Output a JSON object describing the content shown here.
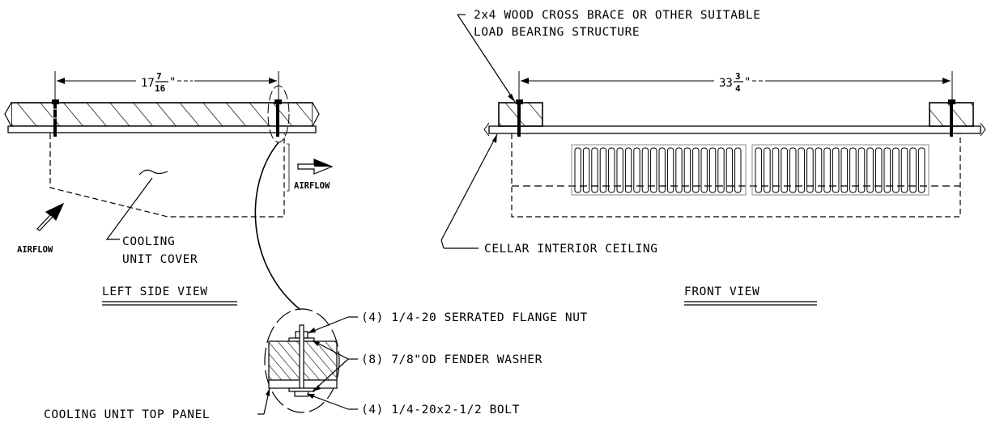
{
  "views": {
    "left_title": "LEFT SIDE VIEW",
    "front_title": "FRONT VIEW"
  },
  "dimensions": {
    "left_whole": "17",
    "left_num": "7",
    "left_den": "16",
    "front_whole": "33",
    "front_num": "3",
    "front_den": "4",
    "inch_mark": "\""
  },
  "callouts": {
    "brace_line1": "2x4 WOOD CROSS BRACE OR OTHER SUITABLE",
    "brace_line2": "LOAD BEARING STRUCTURE",
    "airflow_left": "AIRFLOW",
    "airflow_right": "AIRFLOW",
    "cover_line1": "COOLING",
    "cover_line2": "UNIT COVER",
    "ceiling": "CELLAR INTERIOR CEILING",
    "nut": "(4) 1/4-20 SERRATED FLANGE NUT",
    "washer": "(8) 7/8\"OD FENDER WASHER",
    "bolt": "(4) 1/4-20x2-1/2 BOLT",
    "top_panel": "COOLING UNIT TOP PANEL"
  }
}
